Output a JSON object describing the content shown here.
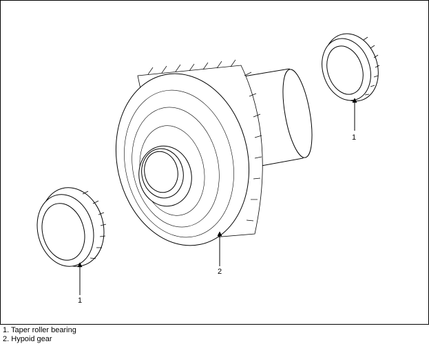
{
  "callouts": [
    {
      "id": "bearing-right",
      "num": "1"
    },
    {
      "id": "gear",
      "num": "2"
    },
    {
      "id": "bearing-left",
      "num": "1"
    }
  ],
  "legend": [
    {
      "num": "1.",
      "label": "Taper roller bearing"
    },
    {
      "num": "2.",
      "label": "Hypoid gear"
    }
  ]
}
